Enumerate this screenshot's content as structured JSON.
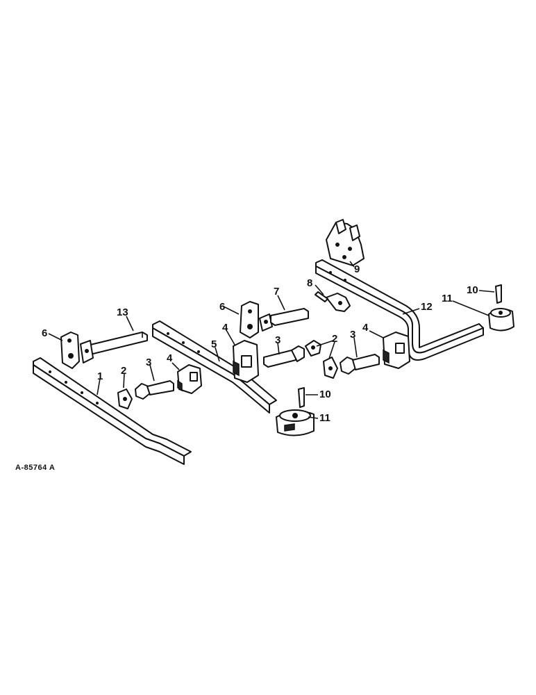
{
  "figure": {
    "reference_code": "A-85764 A",
    "callouts": [
      "1",
      "2",
      "3",
      "4",
      "5",
      "6",
      "7",
      "8",
      "9",
      "10",
      "11",
      "12",
      "13"
    ]
  },
  "parts": [
    {
      "number": "1",
      "icon": "square-bar-icon"
    },
    {
      "number": "2",
      "icon": "clamp-plate-icon"
    },
    {
      "number": "3",
      "icon": "shank-bolt-icon"
    },
    {
      "number": "4",
      "icon": "clamp-bracket-icon"
    },
    {
      "number": "5",
      "icon": "square-bar-icon"
    },
    {
      "number": "6",
      "icon": "mounting-bracket-icon"
    },
    {
      "number": "7",
      "icon": "square-shaft-icon"
    },
    {
      "number": "8",
      "icon": "hook-bolt-icon"
    },
    {
      "number": "9",
      "icon": "hitch-block-icon"
    },
    {
      "number": "10",
      "icon": "pin-icon"
    },
    {
      "number": "11",
      "icon": "collar-icon"
    },
    {
      "number": "12",
      "icon": "bent-bar-icon"
    },
    {
      "number": "13",
      "icon": "square-shaft-icon"
    }
  ]
}
